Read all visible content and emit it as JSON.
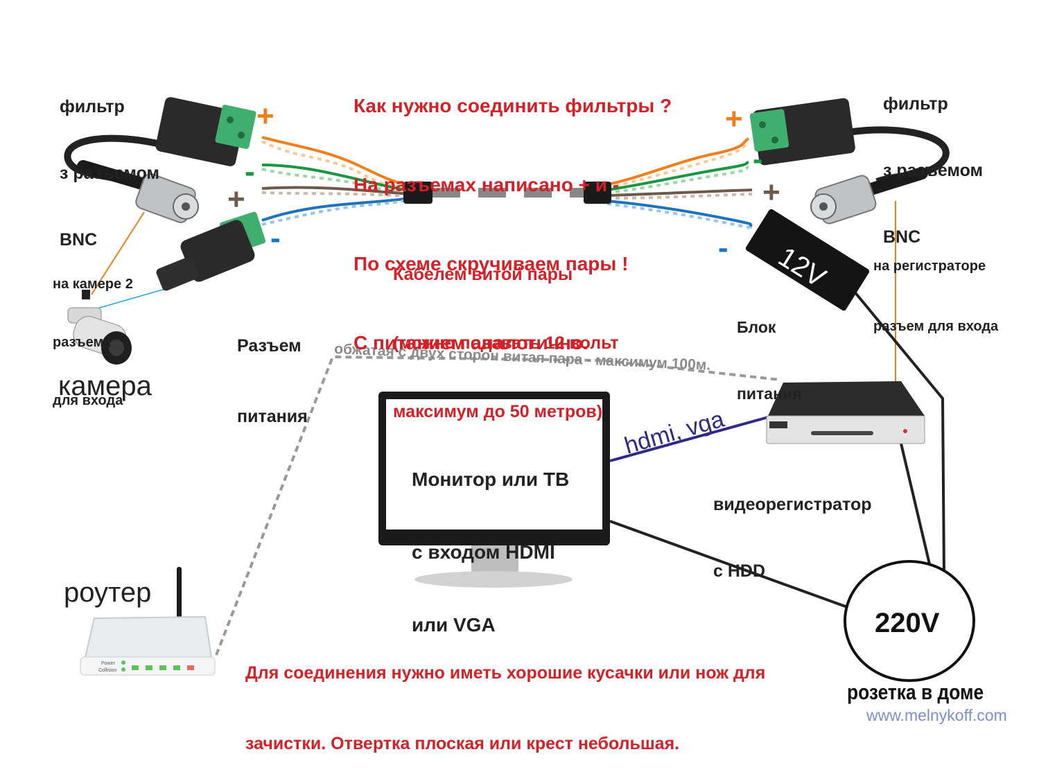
{
  "title_lines": [
    "Как нужно соединить фильтры ?",
    "На разъемах написано + и -",
    "По схеме скручиваем пары !",
    "С питанием аналогично."
  ],
  "filter_left": [
    "фильтр",
    "з разъемом",
    "BNC"
  ],
  "filter_right": [
    "фильтр",
    "з разъемом",
    "BNC"
  ],
  "camera_note": [
    "на камере 2",
    "разъема",
    "для входа"
  ],
  "camera_label": "камера",
  "power_connector": [
    "Разъем",
    "питания"
  ],
  "cable_note": [
    "Кабелем витой пары",
    "(можно подавать 12 вольт",
    "максимум до 50 метров)"
  ],
  "recorder_note": [
    "на регистраторе",
    "разъем для входа"
  ],
  "psu_label": [
    "Блок",
    "питания"
  ],
  "psu_text": "12V",
  "patch_cord_label": "обжатая с двух сторон витая пара - максимум 100м.",
  "monitor_text": [
    "Монитор или ТВ",
    "с входом HDMI",
    "или VGA"
  ],
  "hdmi_label": "hdmi, vga",
  "dvr_label": [
    "видеорегистратор",
    "с HDD"
  ],
  "router_label": "роутер",
  "router_leds": [
    "Power",
    "Collision"
  ],
  "tools_note": [
    "Для соединения нужно иметь хорошие кусачки или нож для",
    "зачистки. Отвертка плоская или крест небольшая."
  ],
  "outlet_text": "220V",
  "outlet_label": "розетка в доме",
  "website": "www.melnykoff.com",
  "polarity": {
    "plus": "+",
    "minus": "-"
  },
  "colors": {
    "title_red": "#d42127",
    "plus_orange": "#ef7f1a",
    "plus_brown": "#6d5a4b",
    "minus_green": "#1a9641",
    "minus_blue": "#1e73be",
    "hdmi_line": "#2e2a86",
    "website": "#7a90c8"
  }
}
